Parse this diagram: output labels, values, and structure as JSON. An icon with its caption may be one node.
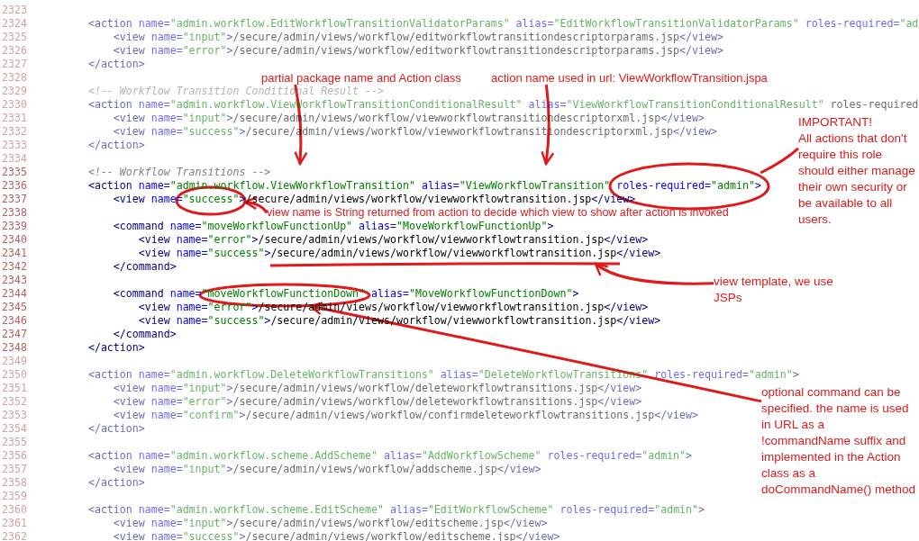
{
  "diagram": {
    "nodes": [
      {
        "text": [
          "view name is String returned from action to decide which view to show after action is invoked"
        ]
      },
      {
        "text": [
          "partial package name and Action class"
        ]
      },
      {
        "text": [
          "action name used in url: ViewWorkflowTransition.jspa"
        ]
      },
      {
        "text": [
          "IMPORTANT!",
          "All actions that don't require this role should either manage their own security or be available to all users."
        ]
      },
      {
        "text": [
          "view template, we use JSPs"
        ]
      },
      {
        "text": [
          "optional command can be specified. the name is used in URL as a !commandName suffix and implemented in the Action class as a doCommandName() method"
        ]
      },
      {
        "text": [],
        "shape": "ellipse"
      },
      {
        "text": [],
        "shape": "ellipse"
      },
      {
        "text": [],
        "shape": "underline"
      },
      {
        "text": [],
        "shape": "ellipse"
      }
    ],
    "edges": [
      {
        "from": 0,
        "to": 7,
        "arrow": "to"
      },
      {
        "from": 1,
        "to": null,
        "arrow": "to"
      },
      {
        "from": 2,
        "to": null,
        "arrow": "to"
      },
      {
        "from": 3,
        "to": 6,
        "arrow": "none"
      },
      {
        "from": 4,
        "to": 8,
        "arrow": "to"
      },
      {
        "from": 5,
        "to": 9,
        "arrow": "to"
      }
    ],
    "labels": [
      "2323",
      "2324",
      "    <action name=\"admin.workflow.EditWorkflowTransitionValidatorParams\" alias=\"EditWorkflowTransitionValidatorParams\" roles-required=\"ad",
      "2325",
      "        <view name=\"input\">/secure/admin/views/workflow/editworkflowtransitiondescriptorparams.jsp</view>",
      "2326",
      "        <view name=\"error\">/secure/admin/views/workflow/editworkflowtransitiondescriptorparams.jsp</view>",
      "2327",
      "    </action>",
      "2328",
      "2329",
      "    <!-- Workflow Transition Conditional Result -->",
      "2330",
      "    <action name=\"admin.workflow.ViewWorkflowTransitionConditionalResult\" alias=\"ViewWorkflowTransitionConditionalResult\" roles-required",
      "2331",
      "        <view name=\"input\">/secure/admin/views/workflow/viewworkflowtransitiondescriptorxml.jsp</view>",
      "2332",
      "        <view name=\"success\">/secure/admin/views/workflow/viewworkflowtransitiondescriptorxml.jsp</view>",
      "2333",
      "    </action>",
      "2334",
      "2335",
      "    <!-- Workflow Transitions -->",
      "2336",
      "    <action name=\"admin.workflow.ViewWorkflowTransition\" alias=\"ViewWorkflowTransition\" roles-required=\"admin\">",
      "2337",
      "        <view name=\"success\">/secure/admin/views/workflow/viewworkflowtransition.jsp</view>",
      "2338",
      "2339",
      "        <command name=\"moveWorkflowFunctionUp\" alias=\"MoveWorkflowFunctionUp\">",
      "2340",
      "            <view name=\"error\">/secure/admin/views/workflow/viewworkflowtransition.jsp</view>",
      "2341",
      "            <view name=\"success\">/secure/admin/views/workflow/viewworkflowtransition.jsp</view>",
      "2342",
      "        </command>",
      "2343",
      "2344",
      "        <command name=\"moveWorkflowFunctionDown\" alias=\"MoveWorkflowFunctionDown\">",
      "2345",
      "            <view name=\"error\">/secure/admin/views/workflow/viewworkflowtransition.jsp</view>",
      "2346",
      "            <view name=\"success\">/secure/admin/views/workflow/viewworkflowtransition.jsp</view>",
      "2347",
      "        </command>",
      "2348",
      "    </action>",
      "2349",
      "2350",
      "    <action name=\"admin.workflow.DeleteWorkflowTransitions\" alias=\"DeleteWorkflowTransitions\" roles-required=\"admin\">",
      "2351",
      "        <view name=\"input\">/secure/admin/views/workflow/deleteworkflowtransitions.jsp</view>",
      "2352",
      "        <view name=\"error\">/secure/admin/views/workflow/deleteworkflowtransitions.jsp</view>",
      "2353",
      "        <view name=\"confirm\">/secure/admin/views/workflow/confirmdeleteworkflowtransitions.jsp</view>",
      "2354",
      "    </action>",
      "2355",
      "2356",
      "    <action name=\"admin.workflow.scheme.AddScheme\" alias=\"AddWorkflowScheme\" roles-required=\"admin\">",
      "2357",
      "        <view name=\"input\">/secure/admin/views/workflow/addscheme.jsp</view>",
      "2358",
      "    </action>",
      "2359",
      "2360",
      "    <action name=\"admin.workflow.scheme.EditScheme\" alias=\"EditWorkflowScheme\" roles-required=\"admin\">",
      "2361",
      "        <view name=\"input\">/secure/admin/views/workflow/editscheme.jsp</view>",
      "2362",
      "        <view name=\"success\">/secure/admin/views/workflow/editscheme.jsp</view>"
    ]
  }
}
